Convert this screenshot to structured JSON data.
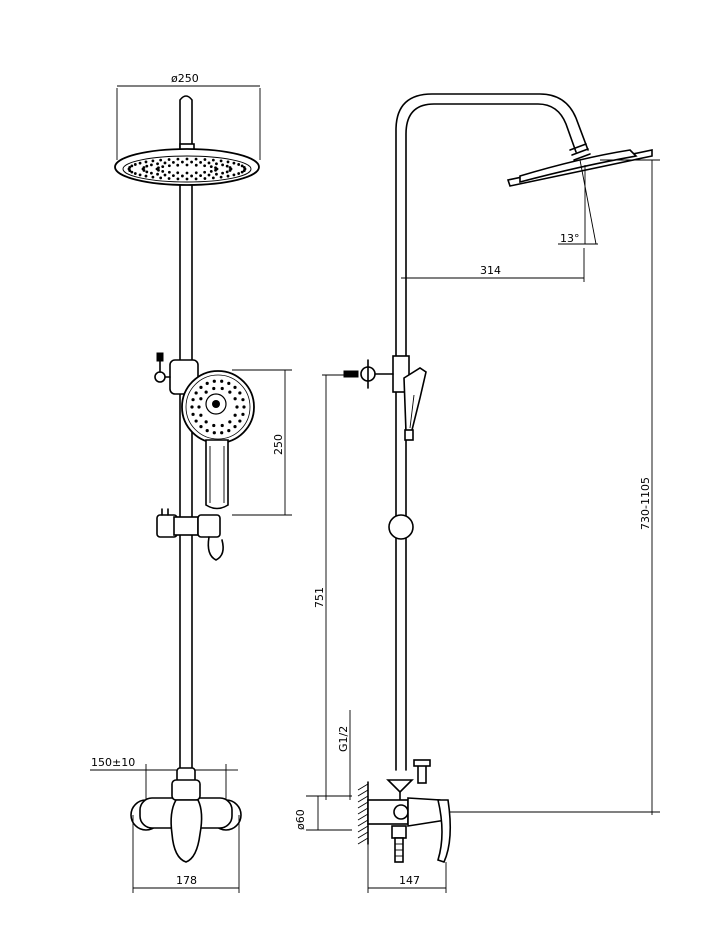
{
  "dimensions": {
    "head_diameter": "ø250",
    "handshower_height": "250",
    "bar_spacing": "150±10",
    "mixer_width": "178",
    "arm_reach": "314",
    "head_angle": "13°",
    "height_range": "730-1105",
    "slide_height": "751",
    "thread": "G1/2",
    "outlet_diameter": "ø60",
    "projection": "147"
  }
}
